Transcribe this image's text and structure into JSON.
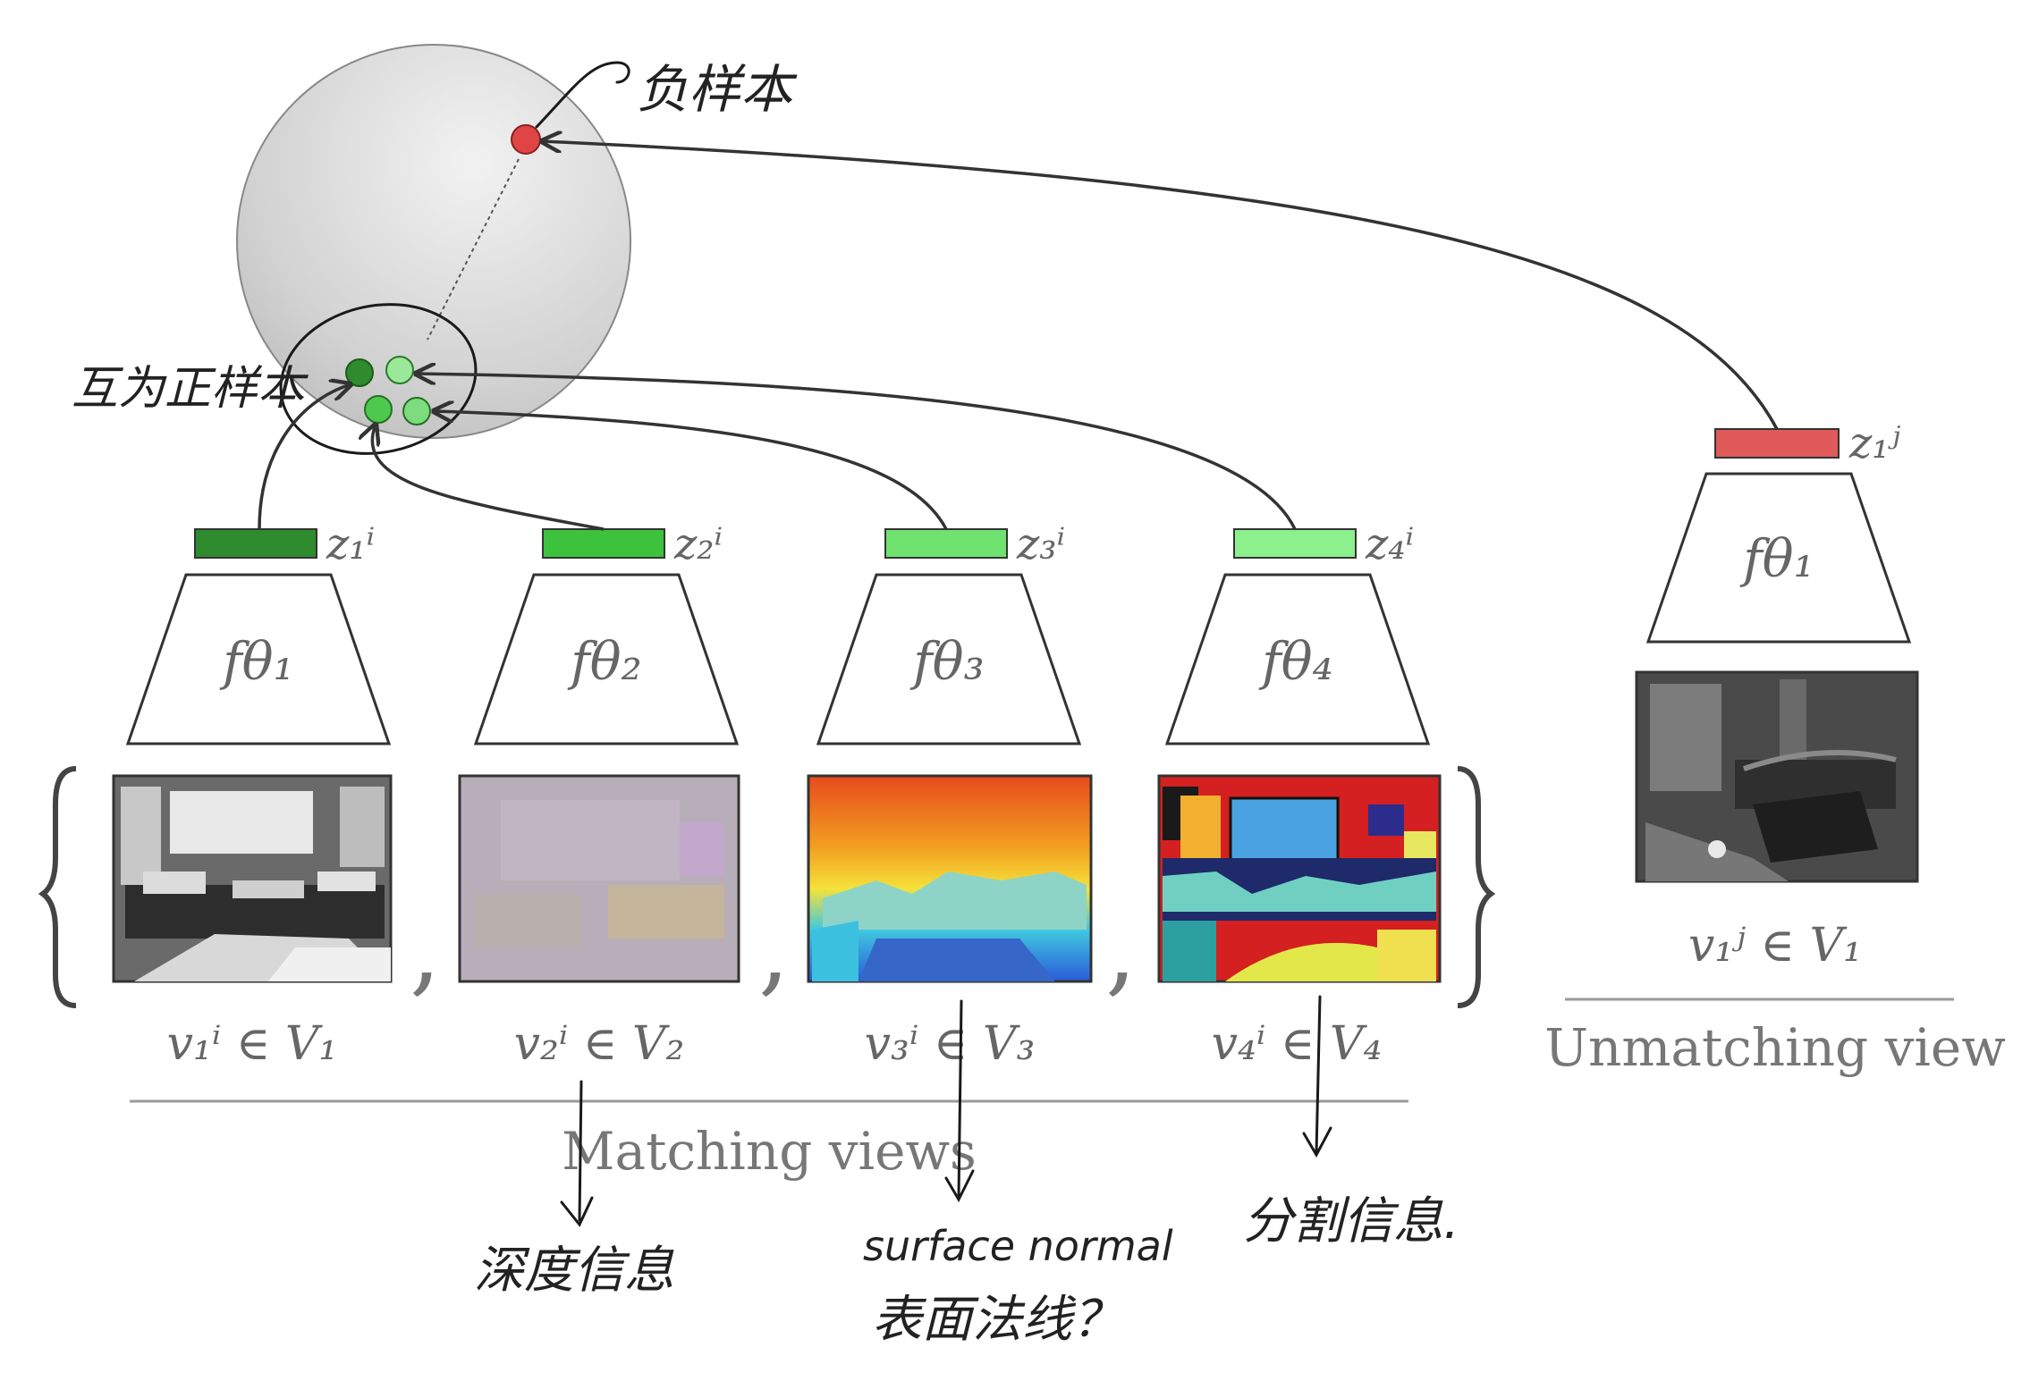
{
  "encoders": [
    {
      "label": "fθ₁",
      "code_label": "z₁ⁱ",
      "view_label": "v₁ⁱ ∈ V₁",
      "code_color": "#2e8b2e"
    },
    {
      "label": "fθ₂",
      "code_label": "z₂ⁱ",
      "view_label": "v₂ⁱ ∈ V₂",
      "code_color": "#3cc23c"
    },
    {
      "label": "fθ₃",
      "code_label": "z₃ⁱ",
      "view_label": "v₃ⁱ ∈ V₃",
      "code_color": "#6fe26f"
    },
    {
      "label": "fθ₄",
      "code_label": "z₄ⁱ",
      "view_label": "v₄ⁱ ∈ V₄",
      "code_color": "#8cf08c"
    }
  ],
  "unmatched": {
    "label": "fθ₁",
    "code_label": "z₁ʲ",
    "view_label": "v₁ʲ ∈ V₁",
    "code_color": "#e05a5a"
  },
  "captions": {
    "matching": "Matching views",
    "unmatching": "Unmatching view"
  },
  "handwritten": {
    "negative_sample": "负样本",
    "positive_samples": "互为正样本",
    "depth": "深度信息",
    "surface_normal_en": "surface normal",
    "surface_normal_zh": "表面法线？",
    "segmentation": "分割信息."
  },
  "colors": {
    "sphere": "#d6d6d6",
    "negative_dot": "#e04545",
    "positive_dark": "#2e8b2e",
    "positive_light": "#9be89b"
  }
}
